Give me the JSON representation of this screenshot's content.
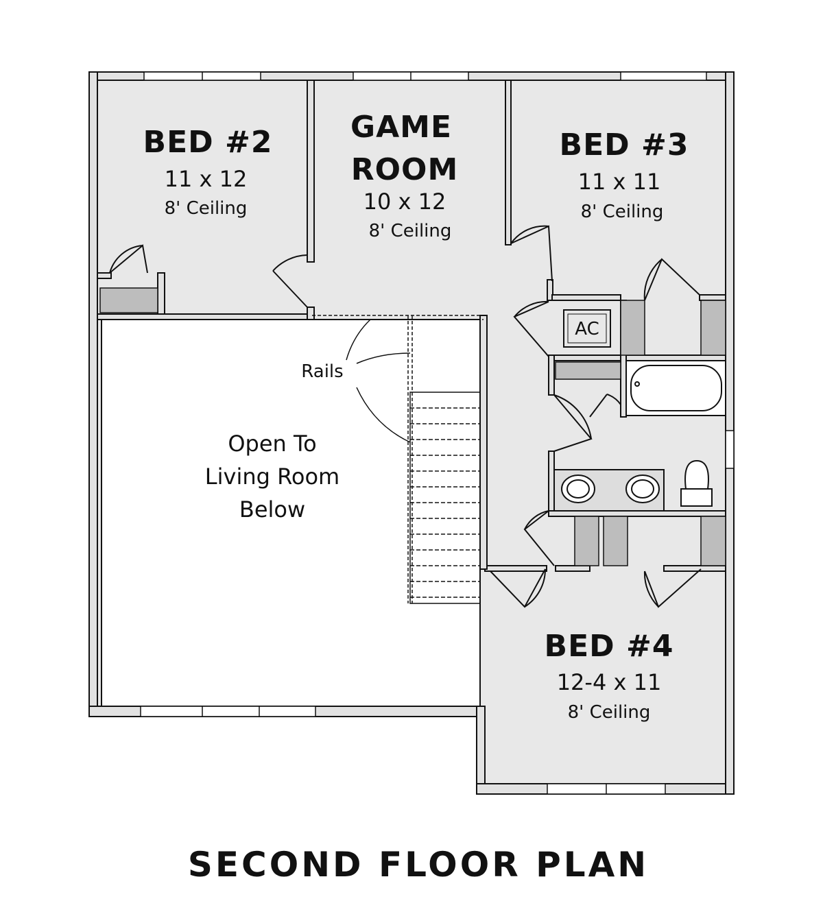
{
  "rooms": {
    "bed2": {
      "name": "BED #2",
      "size": "11 x 12",
      "ceiling": "8' Ceiling"
    },
    "game_room": {
      "name_line1": "GAME",
      "name_line2": "ROOM",
      "size": "10 x 12",
      "ceiling": "8' Ceiling"
    },
    "bed3": {
      "name": "BED #3",
      "size": "11 x 11",
      "ceiling": "8' Ceiling"
    },
    "bed4": {
      "name": "BED #4",
      "size": "12-4 x 11",
      "ceiling": "8' Ceiling"
    },
    "open_area": {
      "line1": "Open To",
      "line2": "Living Room",
      "line3": "Below"
    }
  },
  "labels": {
    "rails": "Rails",
    "ac": "AC"
  },
  "title": "SECOND FLOOR PLAN",
  "colors": {
    "room_fill": "#e8e8e8",
    "wall": "#111111",
    "open_fill": "#ffffff"
  }
}
